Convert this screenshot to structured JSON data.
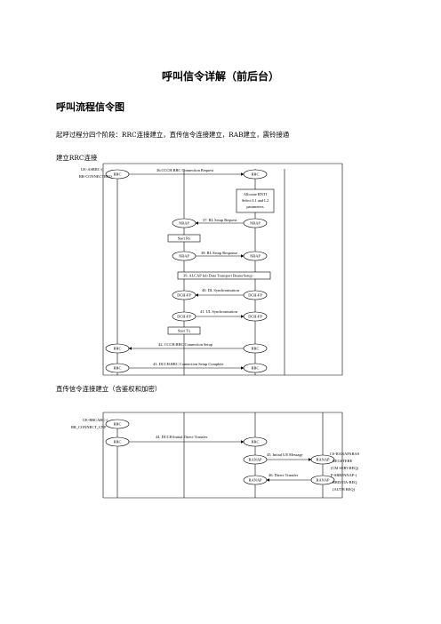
{
  "page_title": "呼叫信令详解（前后台）",
  "section_heading": "呼叫流程信令图",
  "intro_paragraph": "起呼过程分四个阶段：RRC连接建立，直传信令连接建立，RAB建立，震铃接通",
  "subsection_rrc": "建立RRC连接",
  "subsection_direct": "直传信令连接建立（含鉴权和加密）",
  "rrc_diagram": {
    "entities": {
      "rrc": "RRC",
      "nbap": "NBAP",
      "dchfp": "DCH-FP"
    },
    "side_note": [
      "UE-ASRRC-(",
      "RR-CONNECTREQ"
    ],
    "process_box": [
      "Allocate RNTI",
      "Select L1 and L2",
      "parameters"
    ],
    "start_rx": "Start Rx",
    "start_tx": "Start Tx",
    "messages": [
      "36.CCCH:RRC Connection Request",
      "37. RL Setup Request",
      "38. RL Setup Response",
      "39. ALCAP Iub Data Transport BearerSetup",
      "40. DL Synchronisation",
      "41. UL Synchronisation",
      "42. CCCH:RRC Connection Setup",
      "43. DCCH:RRC Connection Setup Complete"
    ]
  },
  "direct_diagram": {
    "entities": {
      "rrc": "RRC",
      "ranap": "RANAP"
    },
    "side_note": [
      "UE-RRCARC-(",
      "RR_CONNECT_CNF"
    ],
    "messages": [
      "44. DCCH:Initial Direct Transfer",
      "45. Initial UE Message",
      "46. Direct Transfer"
    ],
    "right_notes": [
      "CS-RANAPARAS",
      "REGSTERE",
      "(CM SERV.REQ)",
      "P-SRRPANAP-)",
      "RRDATA-REQ",
      "(AUTH REQ)"
    ]
  }
}
